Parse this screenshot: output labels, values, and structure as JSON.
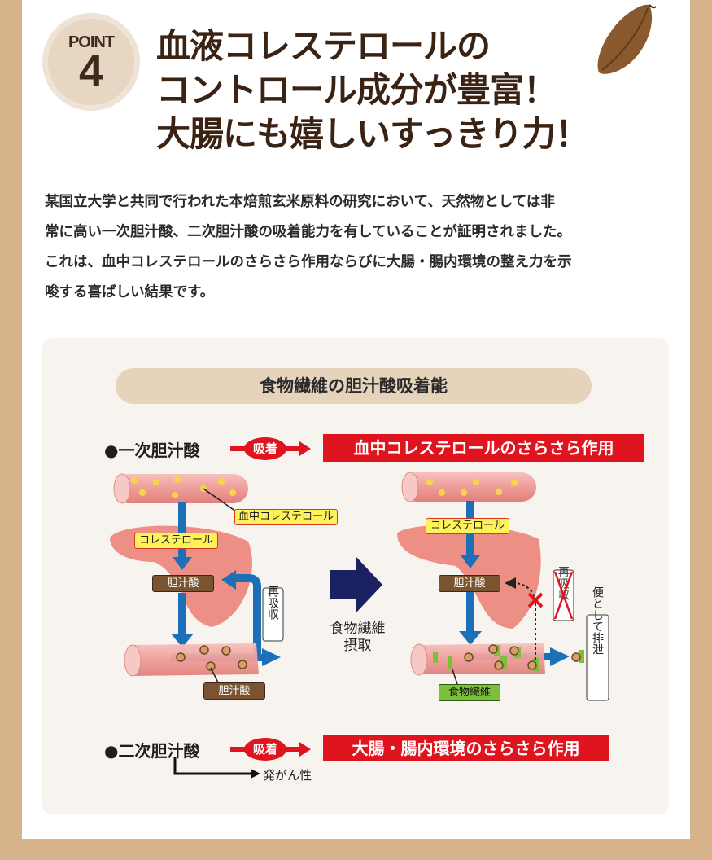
{
  "header": {
    "badge_label": "POINT",
    "badge_number": "4",
    "title_lines": [
      "血液コレステロールの",
      "コントロール成分が豊富！",
      "大腸にも嬉しいすっきり力！"
    ]
  },
  "description_lines": [
    "某国立大学と共同で行われた本焙煎玄米原料の研究において、天然物としては非",
    "常に高い一次胆汁酸、二次胆汁酸の吸着能力を有していることが証明されました。",
    "これは、血中コレステロールのさらさら作用ならびに大腸・腸内環境の整え力を示",
    "唆する喜ばしい結果です。"
  ],
  "diagram": {
    "title": "食物繊維の胆汁酸吸着能",
    "primary": {
      "label": "●一次胆汁酸",
      "adsorb": "吸着",
      "effect": "血中コレステロールのさらさら作用"
    },
    "secondary": {
      "label": "●二次胆汁酸",
      "adsorb": "吸着",
      "effect": "大腸・腸内環境のさらさら作用",
      "note": "発がん性"
    },
    "left": {
      "blood_cholesterol": "血中コレステロール",
      "cholesterol": "コレステロール",
      "bile_acid": "胆汁酸",
      "reabsorb": "再吸収",
      "bile_acid_intestine": "胆汁酸"
    },
    "middle": {
      "line1": "食物繊維",
      "line2": "摂取"
    },
    "right": {
      "cholesterol": "コレステロール",
      "bile_acid": "胆汁酸",
      "reabsorb_crossed": "再吸収",
      "fiber": "食物繊維",
      "excretion": "便として排泄"
    },
    "colors": {
      "red": "#e0141e",
      "blue": "#1d6fb8",
      "navy": "#1b2160",
      "vessel": "#f0a3a0",
      "liver": "#ee8f86",
      "yellow": "#fff15a",
      "brown": "#7a5430",
      "green": "#7dbf3a"
    }
  }
}
